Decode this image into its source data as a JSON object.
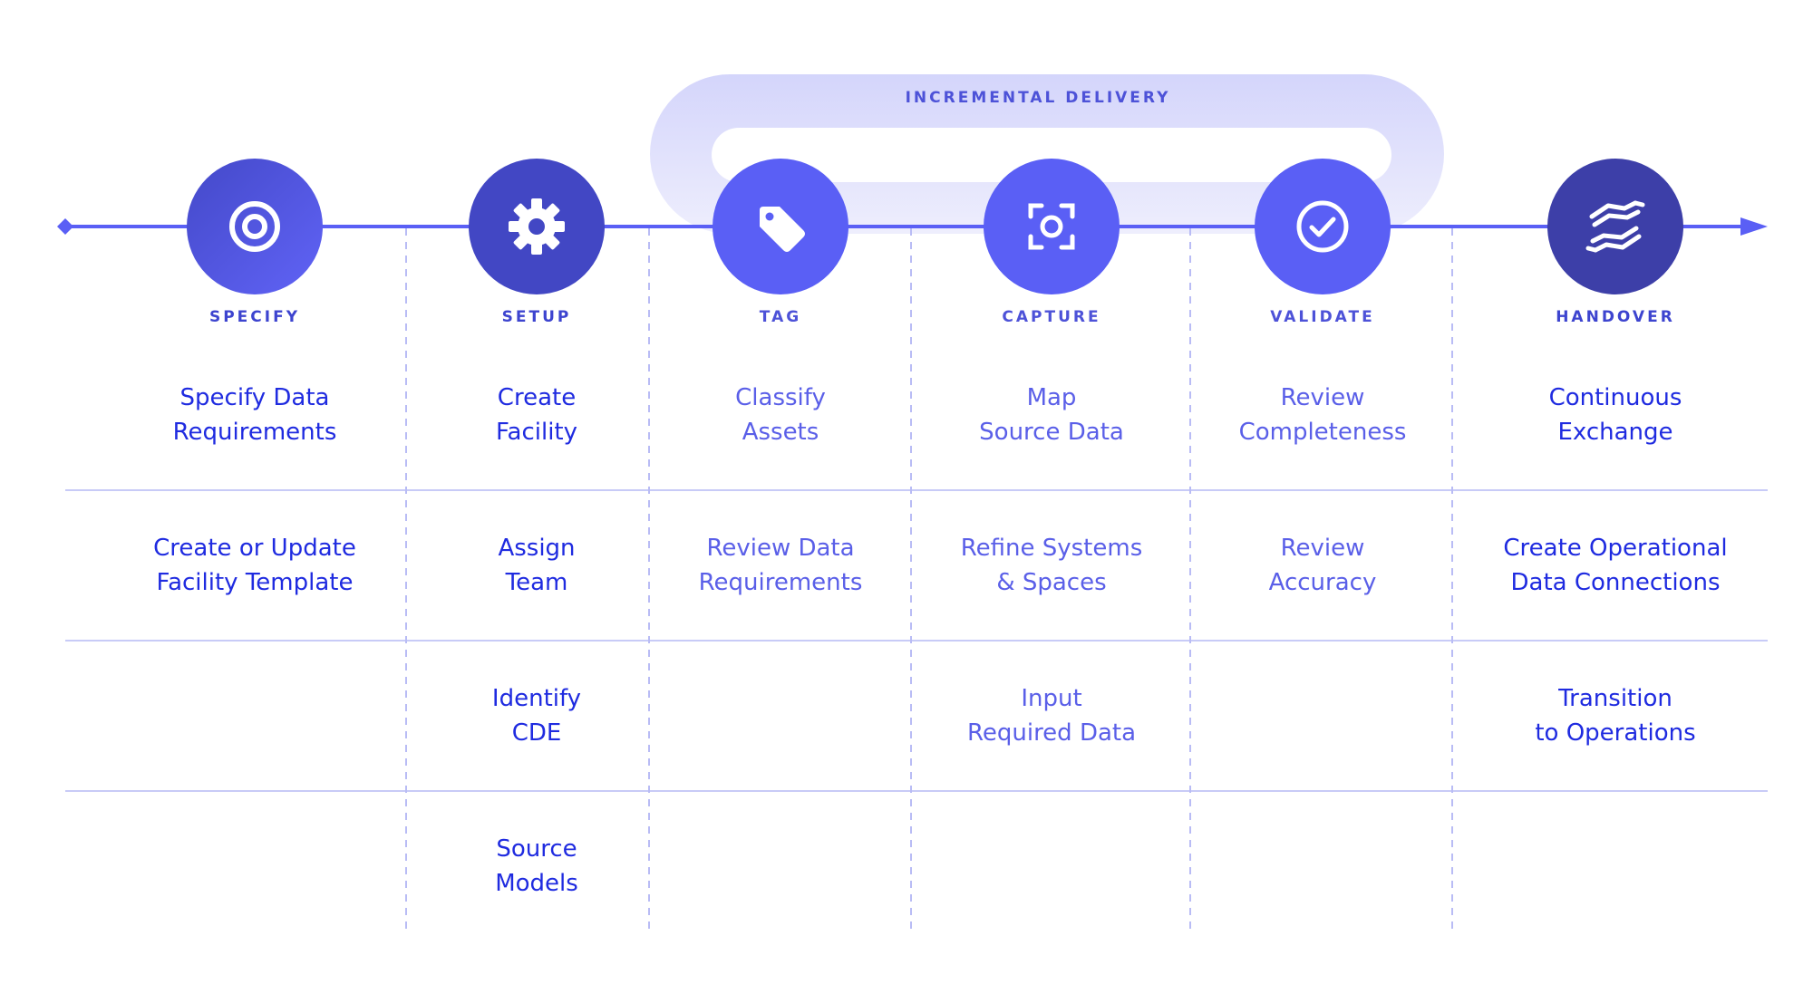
{
  "loop": {
    "label": "INCREMENTAL DELIVERY"
  },
  "colors": {
    "accent": "#5a5ff5",
    "dark": "#3d3fa8",
    "text_dark": "#1f2be0",
    "text_light": "#5a5fe8",
    "loop": "#d8d9fb",
    "divider": "#c8cbf7"
  },
  "stages": [
    {
      "label": "SPECIFY",
      "icon": "target-icon",
      "tasks": [
        "Specify Data\nRequirements",
        "Create or Update\nFacility Template",
        "",
        ""
      ]
    },
    {
      "label": "SETUP",
      "icon": "gear-icon",
      "tasks": [
        "Create\nFacility",
        "Assign\nTeam",
        "Identify\nCDE",
        "Source\nModels"
      ]
    },
    {
      "label": "TAG",
      "icon": "tag-icon",
      "tasks": [
        "Classify\nAssets",
        "Review Data\nRequirements",
        "",
        ""
      ]
    },
    {
      "label": "CAPTURE",
      "icon": "scan-icon",
      "tasks": [
        "Map\nSource Data",
        "Refine Systems\n& Spaces",
        "Input\nRequired Data",
        ""
      ]
    },
    {
      "label": "VALIDATE",
      "icon": "check-circle-icon",
      "tasks": [
        "Review\nCompleteness",
        "Review\nAccuracy",
        "",
        ""
      ]
    },
    {
      "label": "HANDOVER",
      "icon": "handshake-icon",
      "tasks": [
        "Continuous\nExchange",
        "Create Operational\nData Connections",
        "Transition\nto Operations",
        ""
      ]
    }
  ]
}
